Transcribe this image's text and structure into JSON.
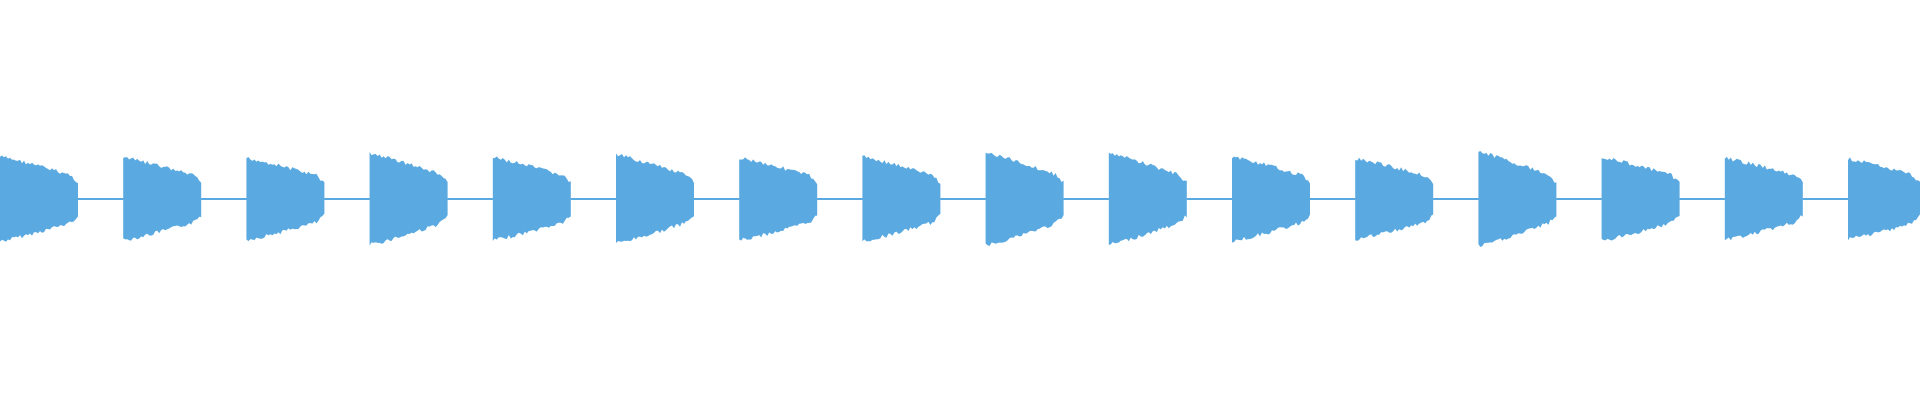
{
  "waveform": {
    "color": "#5aa9e0",
    "background": "#ffffff",
    "segments": [
      {
        "amplitude_start": 0.88,
        "amplitude_end": 0.45
      },
      {
        "amplitude_start": 0.86,
        "amplitude_end": 0.44
      },
      {
        "amplitude_start": 0.85,
        "amplitude_end": 0.44
      },
      {
        "amplitude_start": 0.95,
        "amplitude_end": 0.46
      },
      {
        "amplitude_start": 0.86,
        "amplitude_end": 0.44
      },
      {
        "amplitude_start": 0.92,
        "amplitude_end": 0.44
      },
      {
        "amplitude_start": 0.86,
        "amplitude_end": 0.44
      },
      {
        "amplitude_start": 0.88,
        "amplitude_end": 0.44
      },
      {
        "amplitude_start": 0.96,
        "amplitude_end": 0.45
      },
      {
        "amplitude_start": 0.95,
        "amplitude_end": 0.44
      },
      {
        "amplitude_start": 0.88,
        "amplitude_end": 0.44
      },
      {
        "amplitude_start": 0.84,
        "amplitude_end": 0.44
      },
      {
        "amplitude_start": 0.98,
        "amplitude_end": 0.44
      },
      {
        "amplitude_start": 0.87,
        "amplitude_end": 0.44
      },
      {
        "amplitude_start": 0.85,
        "amplitude_end": 0.44
      },
      {
        "amplitude_start": 0.84,
        "amplitude_end": 0.45
      }
    ]
  }
}
